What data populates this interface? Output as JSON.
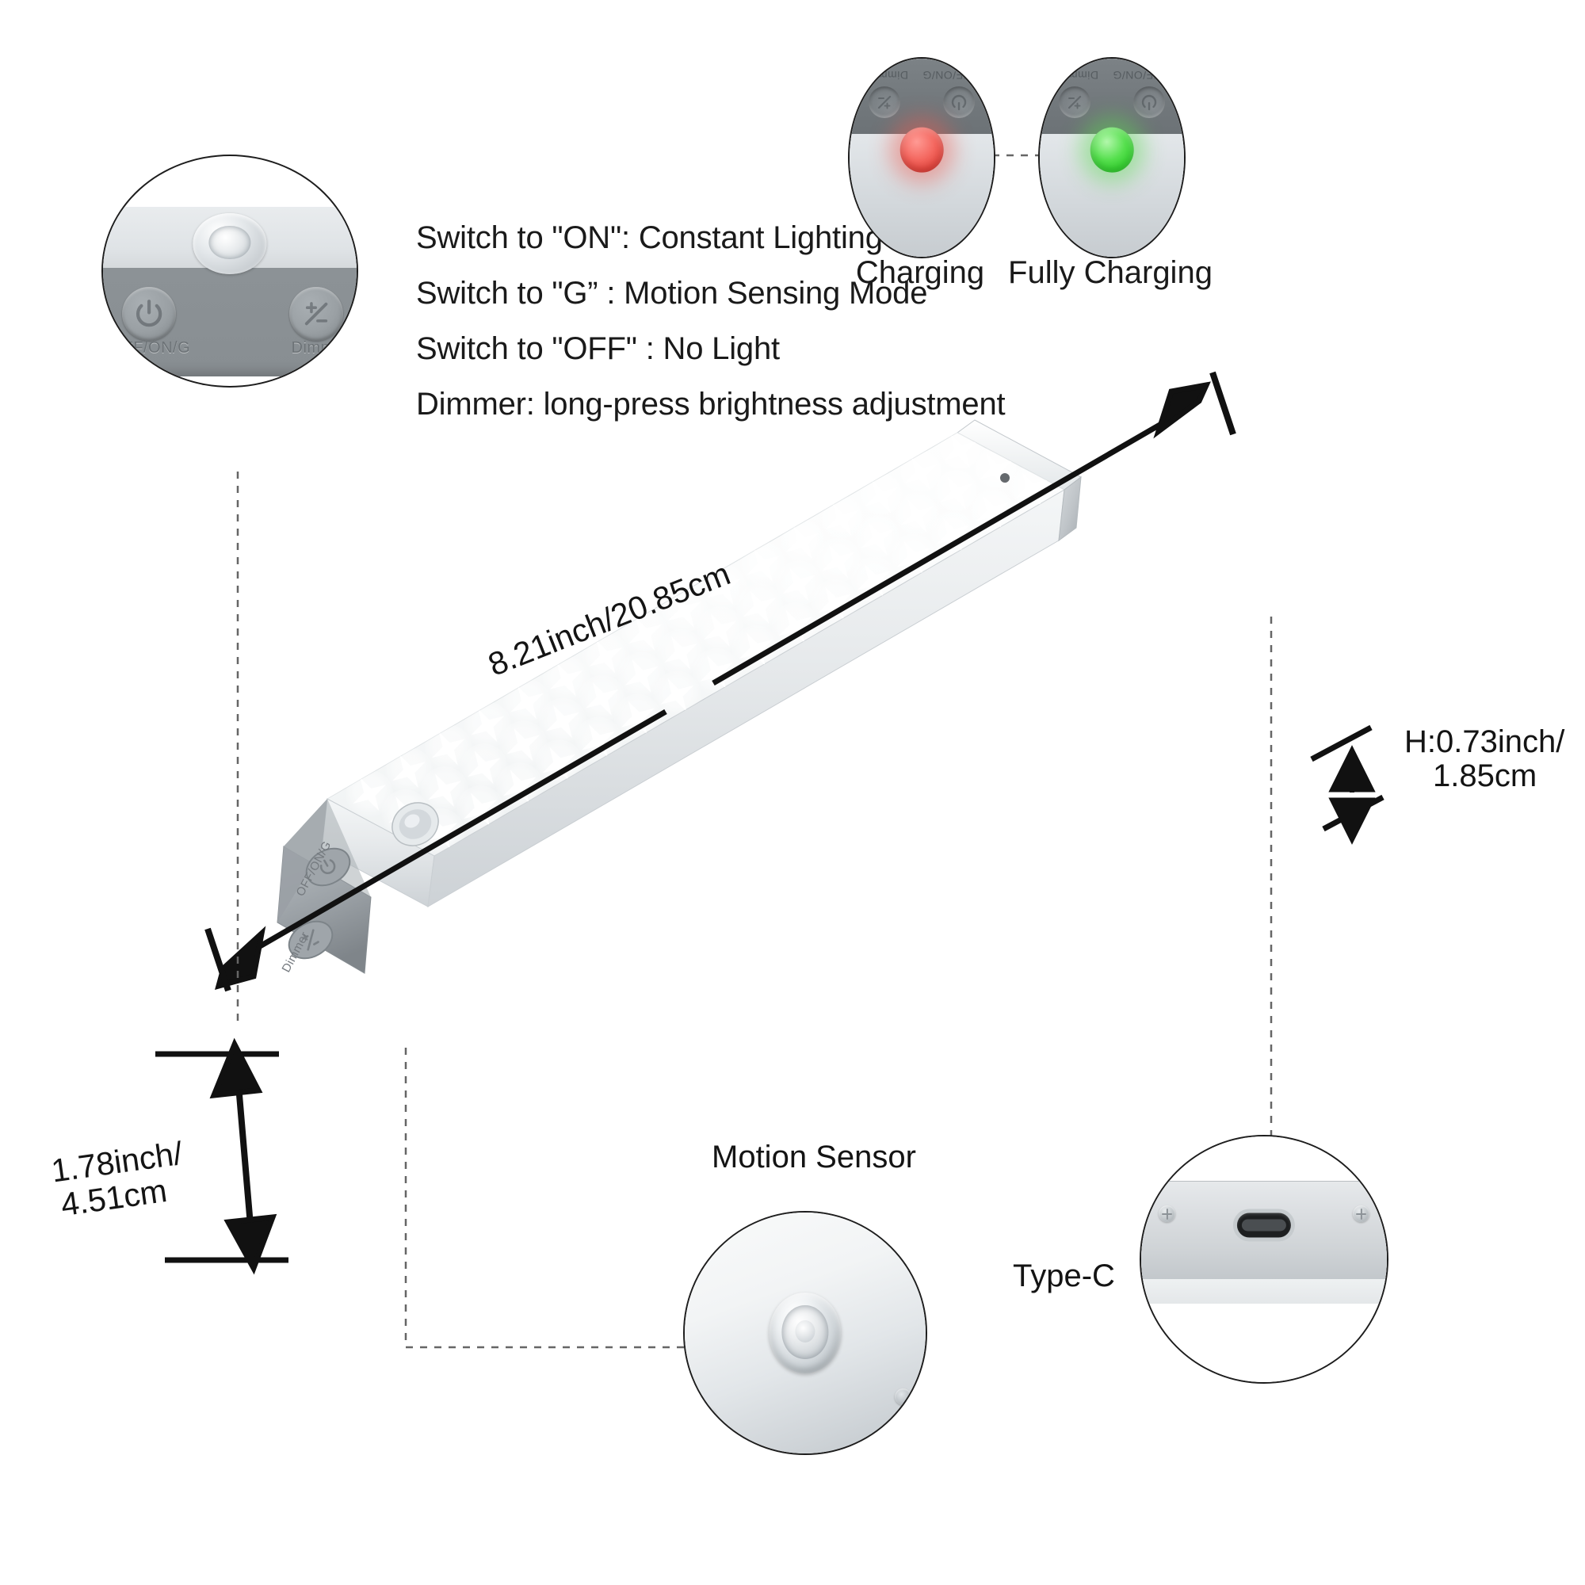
{
  "instructions": {
    "lines": [
      "Switch to \"ON\": Constant Lighting",
      "Switch to \"G”   : Motion Sensing Mode",
      "Switch to \"OFF\" : No Light",
      "Dimmer: long-press brightness adjustment"
    ]
  },
  "control_panel": {
    "power_label": "OFF/ON/G",
    "dimmer_label": "Dimmer",
    "power_icon": "power-icon",
    "dimmer_icon": "brightness-plus-minus-icon",
    "sensor_icon": "motion-sensor-dome"
  },
  "charging": {
    "items": [
      {
        "caption": "Charging",
        "led_color": "#e8514a",
        "state": "red"
      },
      {
        "caption": "Fully Charging",
        "led_color": "#3ed13a",
        "state": "green"
      }
    ],
    "mini_labels": {
      "dimmer": "Dimmer",
      "power": "OFF/ON/G"
    }
  },
  "dimensions": {
    "length": "8.21inch/20.85cm",
    "height_line1": "H:0.73inch/",
    "height_line2": "1.85cm",
    "width_line1": "1.78inch/",
    "width_line2": "4.51cm"
  },
  "callouts": {
    "motion_sensor": "Motion Sensor",
    "type_c": "Type-C"
  },
  "colors": {
    "ink": "#141414",
    "leader": "#555555",
    "housing_gray": "#8c9296",
    "diffuser_white": "#fdfdfd",
    "led_glow": "#ffffff",
    "charging_red": "#e8514a",
    "charging_green": "#3ed13a"
  }
}
